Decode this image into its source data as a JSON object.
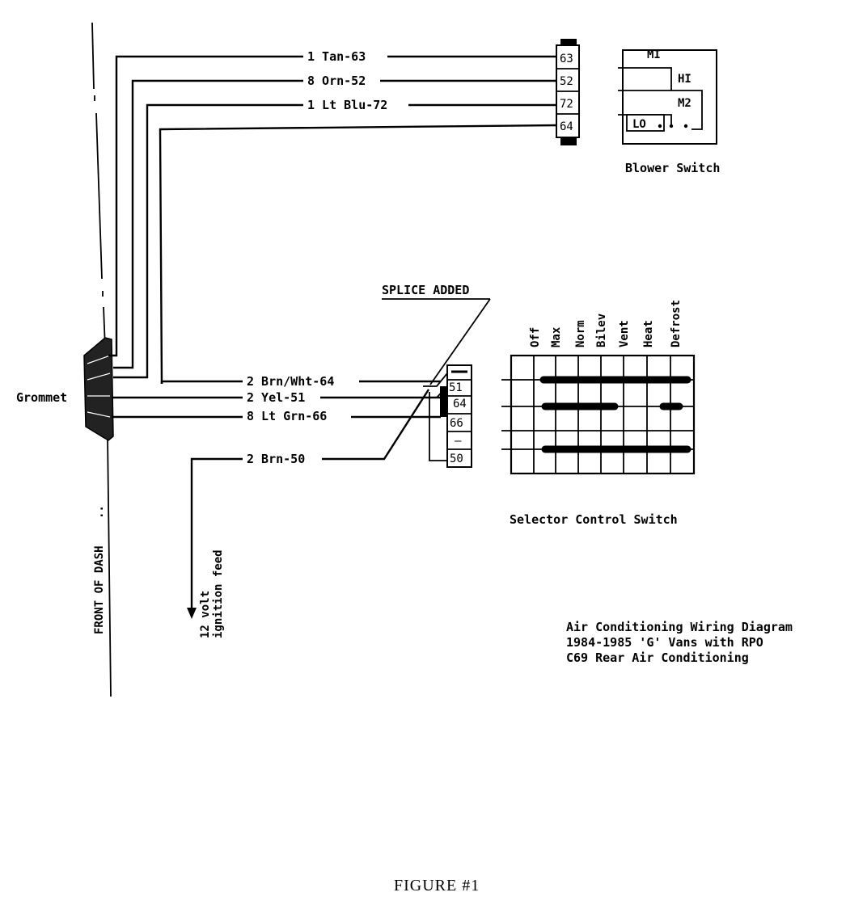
{
  "wires_top": [
    {
      "label": "1 Tan-63",
      "terminal": "63"
    },
    {
      "label": "8 Orn-52",
      "terminal": "52"
    },
    {
      "label": "1 Lt Blu-72",
      "terminal": "72"
    },
    {
      "label": "",
      "terminal": "64"
    }
  ],
  "blower_switch": {
    "title": "Blower Switch",
    "labels": [
      "MI",
      "HI",
      "M2",
      "LO"
    ]
  },
  "splice_label": "SPLICE ADDED",
  "grommet_label": "Grommet",
  "wires_bottom": [
    {
      "label": "2 Brn/Wht-64"
    },
    {
      "label": "2 Yel-51"
    },
    {
      "label": "8 Lt Grn-66"
    },
    {
      "label": "2 Brn-50"
    }
  ],
  "selector_connector": [
    "",
    "51",
    "64",
    "66",
    "–",
    "50"
  ],
  "selector_switch": {
    "title": "Selector Control Switch",
    "positions": [
      "Off",
      "Max",
      "Norm",
      "Bilev",
      "Vent",
      "Heat",
      "Defrost"
    ]
  },
  "front_of_dash": "FRONT OF DASH",
  "ignition_feed": {
    "line1": "12 volt",
    "line2": "ignition feed"
  },
  "caption": {
    "line1": "Air Conditioning Wiring Diagram",
    "line2": "1984-1985 'G' Vans with RPO",
    "line3": "C69 Rear Air Conditioning"
  },
  "figure_label": "FIGURE #1"
}
